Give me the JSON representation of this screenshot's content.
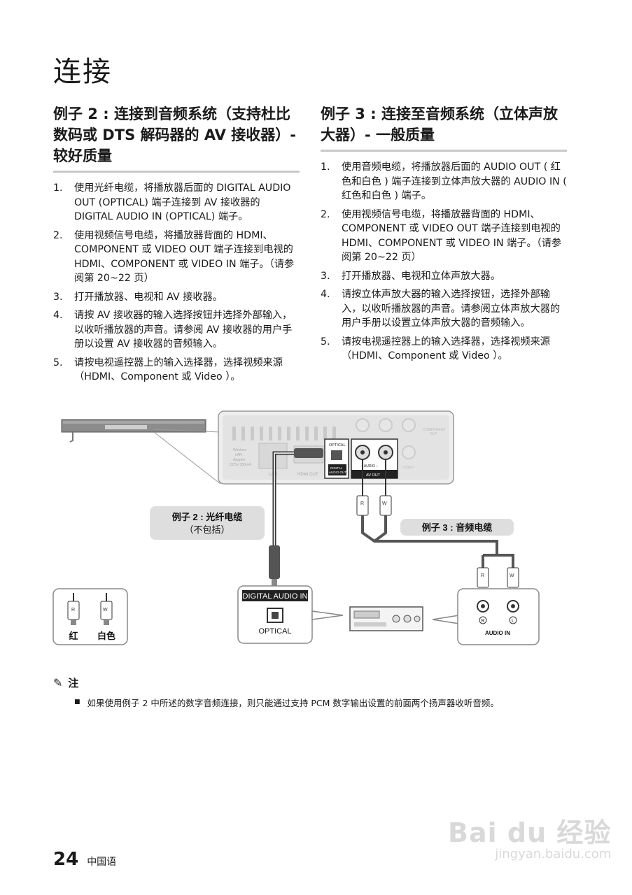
{
  "page": {
    "title": "连接",
    "number": "24",
    "language": "中国语"
  },
  "sections": [
    {
      "heading": "例子 2 : 连接到音频系统（支持杜比数码或 DTS 解码器的 AV 接收器）- 较好质量",
      "steps": [
        {
          "num": "1.",
          "text": "使用光纤电缆，将播放器后面的 DIGITAL AUDIO OUT (OPTICAL) 端子连接到 AV 接收器的 DIGITAL AUDIO IN (OPTICAL) 端子。"
        },
        {
          "num": "2.",
          "text": "使用视频信号电缆，将播放器背面的 HDMI、COMPONENT 或 VIDEO OUT 端子连接到电视的 HDMI、COMPONENT 或 VIDEO IN 端子。（请参阅第 20~22 页）"
        },
        {
          "num": "3.",
          "text": "打开播放器、电视和 AV 接收器。"
        },
        {
          "num": "4.",
          "text": "请按 AV 接收器的输入选择按钮并选择外部输入，以收听播放器的声音。请参阅 AV 接收器的用户手册以设置 AV 接收器的音频输入。"
        },
        {
          "num": "5.",
          "text": "请按电视遥控器上的输入选择器，选择视频来源（HDMI、Component 或 Video ）。"
        }
      ]
    },
    {
      "heading": "例子 3 : 连接至音频系统（立体声放大器）- 一般质量",
      "steps": [
        {
          "num": "1.",
          "text": "使用音频电缆，将播放器后面的 AUDIO OUT ( 红色和白色 ) 端子连接到立体声放大器的 AUDIO IN ( 红色和白色 ) 端子。"
        },
        {
          "num": "2.",
          "text": "使用视频信号电缆，将播放器背面的 HDMI、COMPONENT 或 VIDEO OUT 端子连接到电视的 HDMI、COMPONENT 或 VIDEO IN 端子。（请参阅第 20~22 页）"
        },
        {
          "num": "3.",
          "text": "打开播放器、电视和立体声放大器。"
        },
        {
          "num": "4.",
          "text": "请按立体声放大器的输入选择按钮，选择外部输入，以收听播放器的声音。请参阅立体声放大器的用户手册以设置立体声放大器的音频输入。"
        },
        {
          "num": "5.",
          "text": "请按电视遥控器上的输入选择器，选择视频来源（HDMI、Component 或 Video ）。"
        }
      ]
    }
  ],
  "diagram": {
    "panel": {
      "wireless": "Wireless",
      "lan_label": "LAN",
      "adapter": "Adapter",
      "dc": "DC5V 350mA",
      "lan": "LAN",
      "hdmi_out": "HDMI OUT",
      "optical": "OPTICAL",
      "digital": "DIGITAL",
      "audio_out": "AUDIO OUT",
      "audio": "– AUDIO –",
      "av_out": "AV OUT",
      "component": "COMPONENT",
      "out": "OUT",
      "video": "VIDEO"
    },
    "callout_example2_line1": "例子 2 : 光纤电缆",
    "callout_example2_line2": "（不包括）",
    "callout_example3": "例子 3 : 音频电缆",
    "digital_audio_in": "DIGITAL AUDIO IN",
    "optical": "OPTICAL",
    "audio_in": "AUDIO IN",
    "r": "R",
    "w": "W",
    "r_circle": "R",
    "l_circle": "L",
    "legend_red": "红",
    "legend_white": "白色"
  },
  "note": {
    "label": "注",
    "items": [
      "如果使用例子 2 中所述的数字音频连接，则只能通过支持 PCM 数字输出设置的前面两个扬声器收听音频。"
    ]
  },
  "watermark": {
    "logo": "Bai du 经验",
    "url": "jingyan.baidu.com"
  }
}
